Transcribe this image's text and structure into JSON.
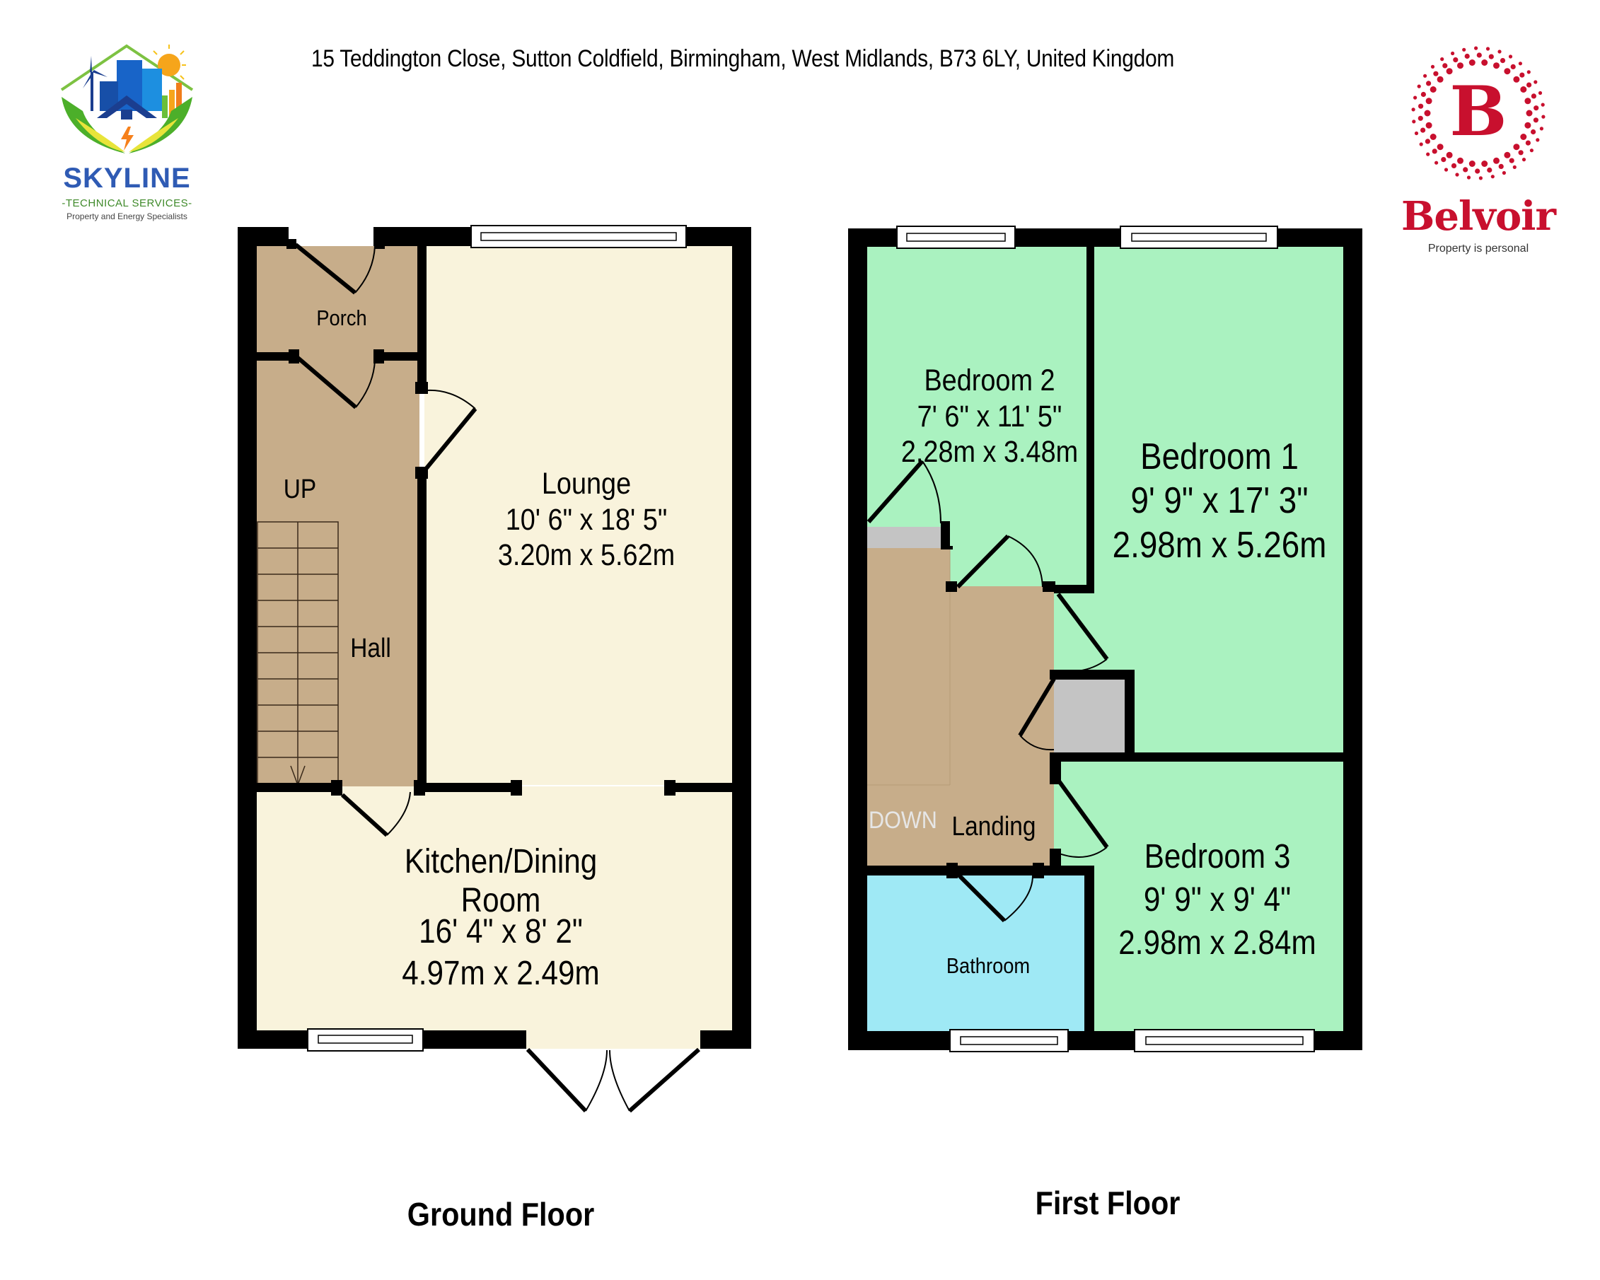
{
  "header": {
    "address": "15 Teddington Close, Sutton Coldfield, Birmingham, West Midlands, B73 6LY, United Kingdom"
  },
  "logos": {
    "left": {
      "name": "SKYLINE",
      "subtitle": "-TECHNICAL SERVICES-",
      "tagline": "Property and Energy Specialists",
      "icon": "house-city-solar-leaf-icon",
      "colors": {
        "primary": "#2f5bb4",
        "secondary": "#3f8a2a",
        "accent": "#f4a51c"
      }
    },
    "right": {
      "name": "Belvoir",
      "monogram": "B",
      "tagline": "Property is personal",
      "icon": "dotted-circle-b-icon",
      "colors": {
        "primary": "#c8102e"
      }
    }
  },
  "floors": {
    "ground": {
      "title": "Ground Floor",
      "rooms": [
        {
          "name": "Porch",
          "dims_imperial": "",
          "dims_metric": ""
        },
        {
          "name": "Hall",
          "dims_imperial": "",
          "dims_metric": ""
        },
        {
          "name": "Lounge",
          "dims_imperial": "10' 6\" x 18' 5\"",
          "dims_metric": "3.20m x 5.62m"
        },
        {
          "name_line1": "Kitchen/Dining",
          "name_line2": "Room",
          "dims_imperial": "16' 4\" x 8' 2\"",
          "dims_metric": "4.97m x 2.49m"
        }
      ],
      "stairs_label": "UP"
    },
    "first": {
      "title": "First Floor",
      "rooms": [
        {
          "name": "Bedroom 2",
          "dims_imperial": "7' 6\" x 11' 5\"",
          "dims_metric": "2.28m x 3.48m"
        },
        {
          "name": "Bedroom 1",
          "dims_imperial": "9' 9\" x 17' 3\"",
          "dims_metric": "2.98m x 5.26m"
        },
        {
          "name": "Landing",
          "dims_imperial": "",
          "dims_metric": ""
        },
        {
          "name": "Bedroom 3",
          "dims_imperial": "9' 9\" x 9' 4\"",
          "dims_metric": "2.98m x 2.84m"
        },
        {
          "name": "Bathroom",
          "dims_imperial": "",
          "dims_metric": ""
        }
      ],
      "stairs_label": "DOWN"
    }
  },
  "colors": {
    "wall": "#000000",
    "hall_porch_landing": "#c7ad8a",
    "lounge_kitchen": "#f9f3dc",
    "bedroom": "#aaf2c0",
    "bathroom": "#9fe9f5",
    "cupboard": "#c4c4c4",
    "down_label": "#e6e6e6"
  }
}
